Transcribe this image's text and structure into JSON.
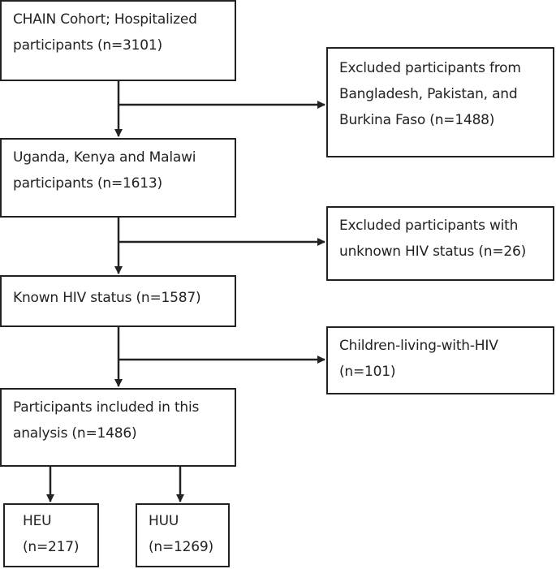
{
  "boxes": {
    "cohort": {
      "lines": [
        "CHAIN Cohort; Hospitalized",
        "participants (n=3101)"
      ]
    },
    "excluded_countries": {
      "lines": [
        "Excluded participants from",
        "Bangladesh, Pakistan, and",
        "Burkina Faso (n=1488)"
      ]
    },
    "uganda_kenya_malawi": {
      "lines": [
        "Uganda, Kenya and Malawi",
        "participants (n=1613)"
      ]
    },
    "excluded_unknown_hiv": {
      "lines": [
        "Excluded participants with",
        "unknown HIV status (n=26)"
      ]
    },
    "known_hiv": {
      "lines": [
        "Known HIV status (n=1587)"
      ]
    },
    "children_living_hiv": {
      "lines": [
        "Children-living-with-HIV",
        "(n=101)"
      ]
    },
    "included": {
      "lines": [
        "Participants included in this",
        "analysis (n=1486)"
      ]
    },
    "heu": {
      "lines": [
        "HEU",
        "(n=217)"
      ]
    },
    "huu": {
      "lines": [
        "HUU",
        "(n=1269)"
      ]
    }
  }
}
